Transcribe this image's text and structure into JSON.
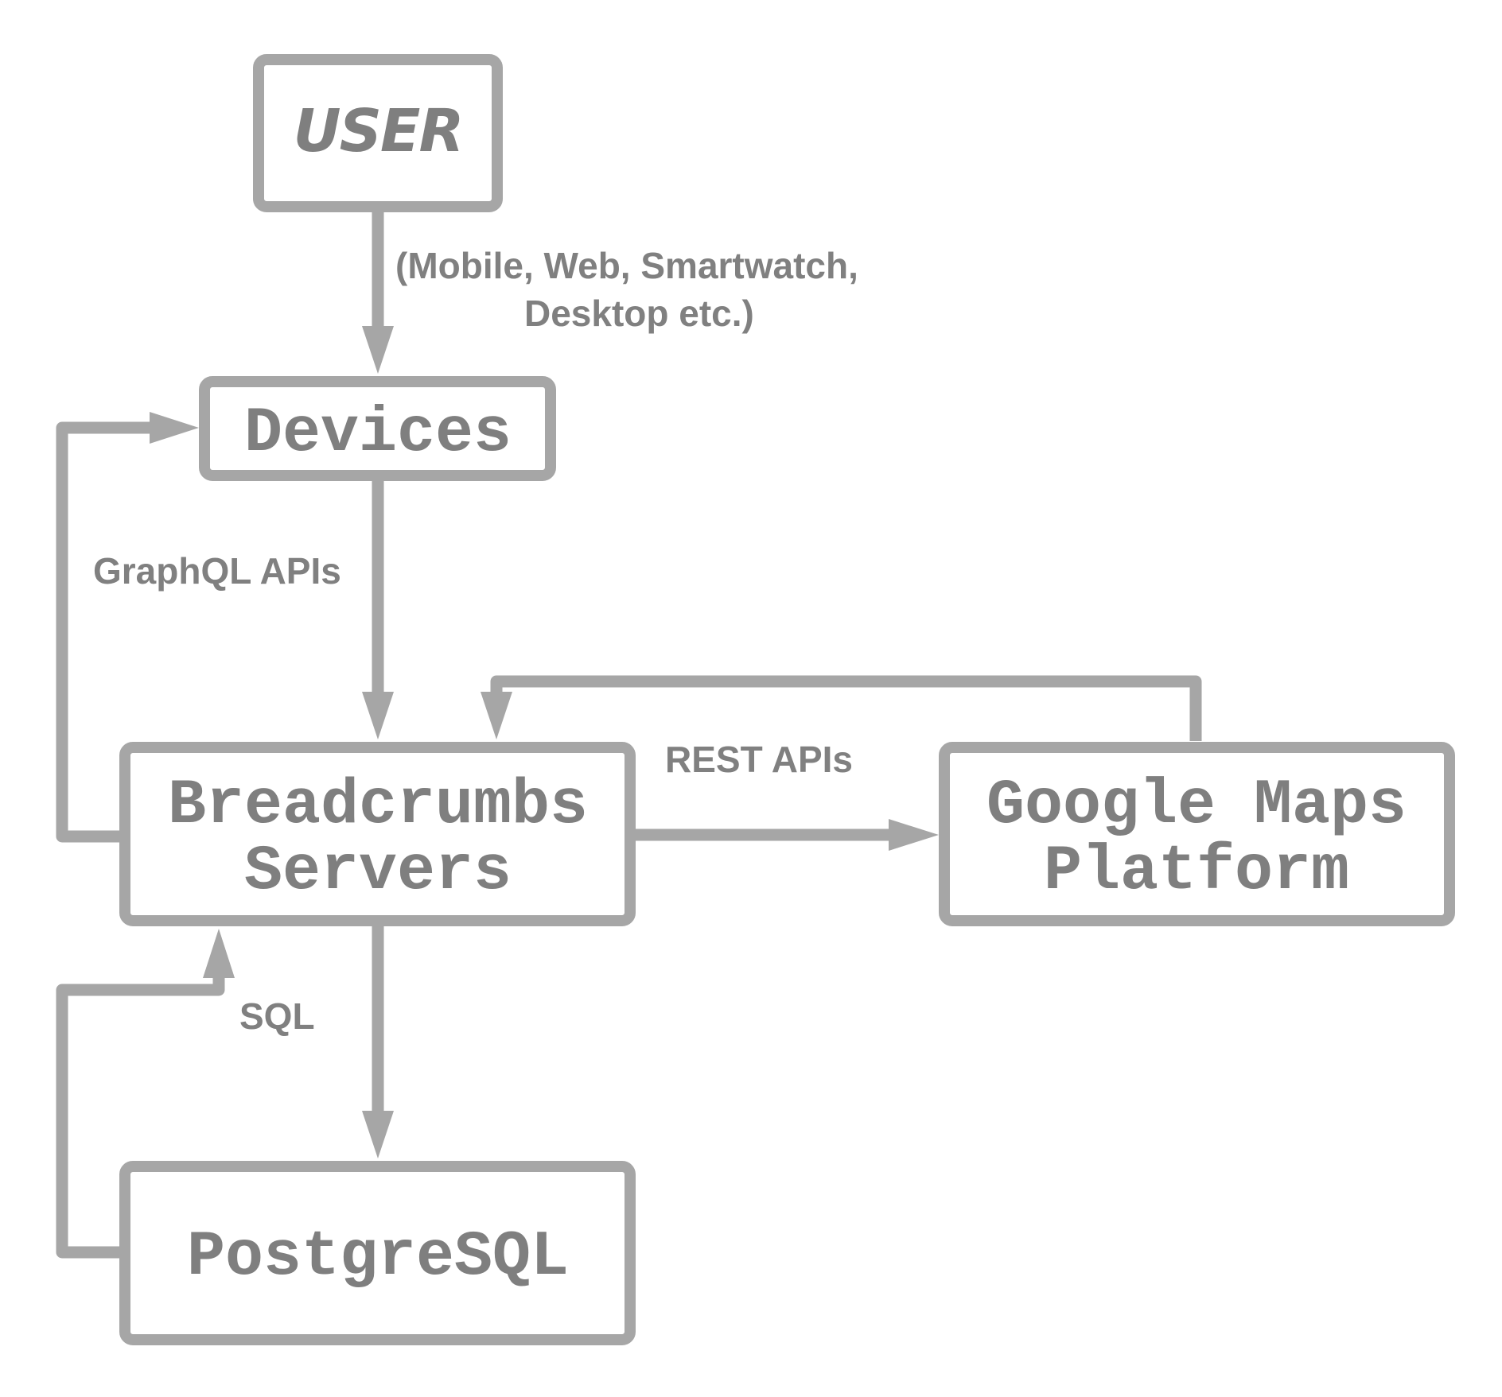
{
  "nodes": {
    "user": "USER",
    "devices": "Devices",
    "servers": [
      "Breadcrumbs",
      "Servers"
    ],
    "maps": [
      "Google Maps",
      "Platform"
    ],
    "postgres": "PostgreSQL"
  },
  "edge_labels": {
    "device_types": [
      "(Mobile, Web, Smartwatch,",
      "Desktop etc.)"
    ],
    "graphql": "GraphQL APIs",
    "rest": "REST APIs",
    "sql": "SQL"
  },
  "colors": {
    "stroke": "#a6a6a6",
    "text": "#7f7f7f"
  }
}
